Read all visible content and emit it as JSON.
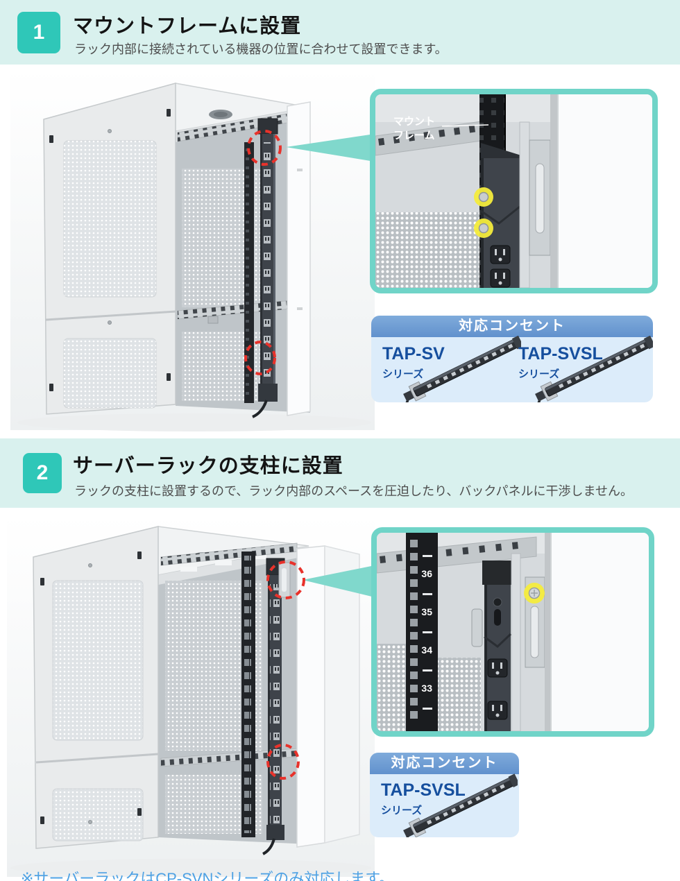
{
  "colors": {
    "section_band_bg": "#d9f1ee",
    "badge_teal": "#2fc7b8",
    "detail_border_teal": "#70d4c8",
    "callout_teal": "#80d8cc",
    "outlet_header_blue": "#6b9dd4",
    "outlet_body_blue": "#dcecfa",
    "product_text_blue": "#164f9e",
    "highlight_circle_red": "#e8322b",
    "screw_highlight_yellow": "#f4ec3c",
    "footnote_blue": "#4da1e4"
  },
  "sections": [
    {
      "number": "1",
      "title": "マウントフレームに設置",
      "subtitle": "ラック内部に接続されている機器の位置に合わせて設置できます。",
      "detail": {
        "label_line1": "マウント",
        "label_line2": "フレーム"
      },
      "outlet_panel": {
        "title": "対応コンセント",
        "products": [
          {
            "name": "TAP-SV",
            "series": "シリーズ"
          },
          {
            "name": "TAP-SVSL",
            "series": "シリーズ"
          }
        ]
      }
    },
    {
      "number": "2",
      "title": "サーバーラックの支柱に設置",
      "subtitle": "ラックの支柱に設置するので、ラック内部のスペースを圧迫したり、バックパネルに干渉しません。",
      "detail": {
        "unit_numbers": [
          "36",
          "35",
          "34",
          "33"
        ]
      },
      "outlet_panel": {
        "title": "対応コンセント",
        "products": [
          {
            "name": "TAP-SVSL",
            "series": "シリーズ"
          }
        ]
      }
    }
  ],
  "footnote": "※サーバーラックはCP-SVNシリーズのみ対応します。"
}
